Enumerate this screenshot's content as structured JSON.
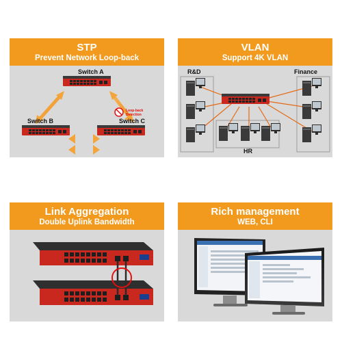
{
  "panels": {
    "stp": {
      "title": "STP",
      "subtitle": "Prevent Network Loop-back",
      "switch_a": "Switch A",
      "switch_b": "Switch B",
      "switch_c": "Switch C",
      "note_line1": "Loop-back",
      "note_line2": "Detection"
    },
    "vlan": {
      "title": "VLAN",
      "subtitle": "Support 4K VLAN",
      "group_rd": "R&D",
      "group_finance": "Finance",
      "group_hr": "HR"
    },
    "link_aggregation": {
      "title": "Link Aggregation",
      "subtitle": "Double Uplink Bandwidth"
    },
    "management": {
      "title": "Rich management",
      "subtitle": "WEB, CLI"
    }
  },
  "colors": {
    "header_orange": "#f29a1e",
    "panel_grey": "#d9d9d9",
    "switch_red": "#c8281e",
    "arrow_orange": "#f3a43a"
  }
}
